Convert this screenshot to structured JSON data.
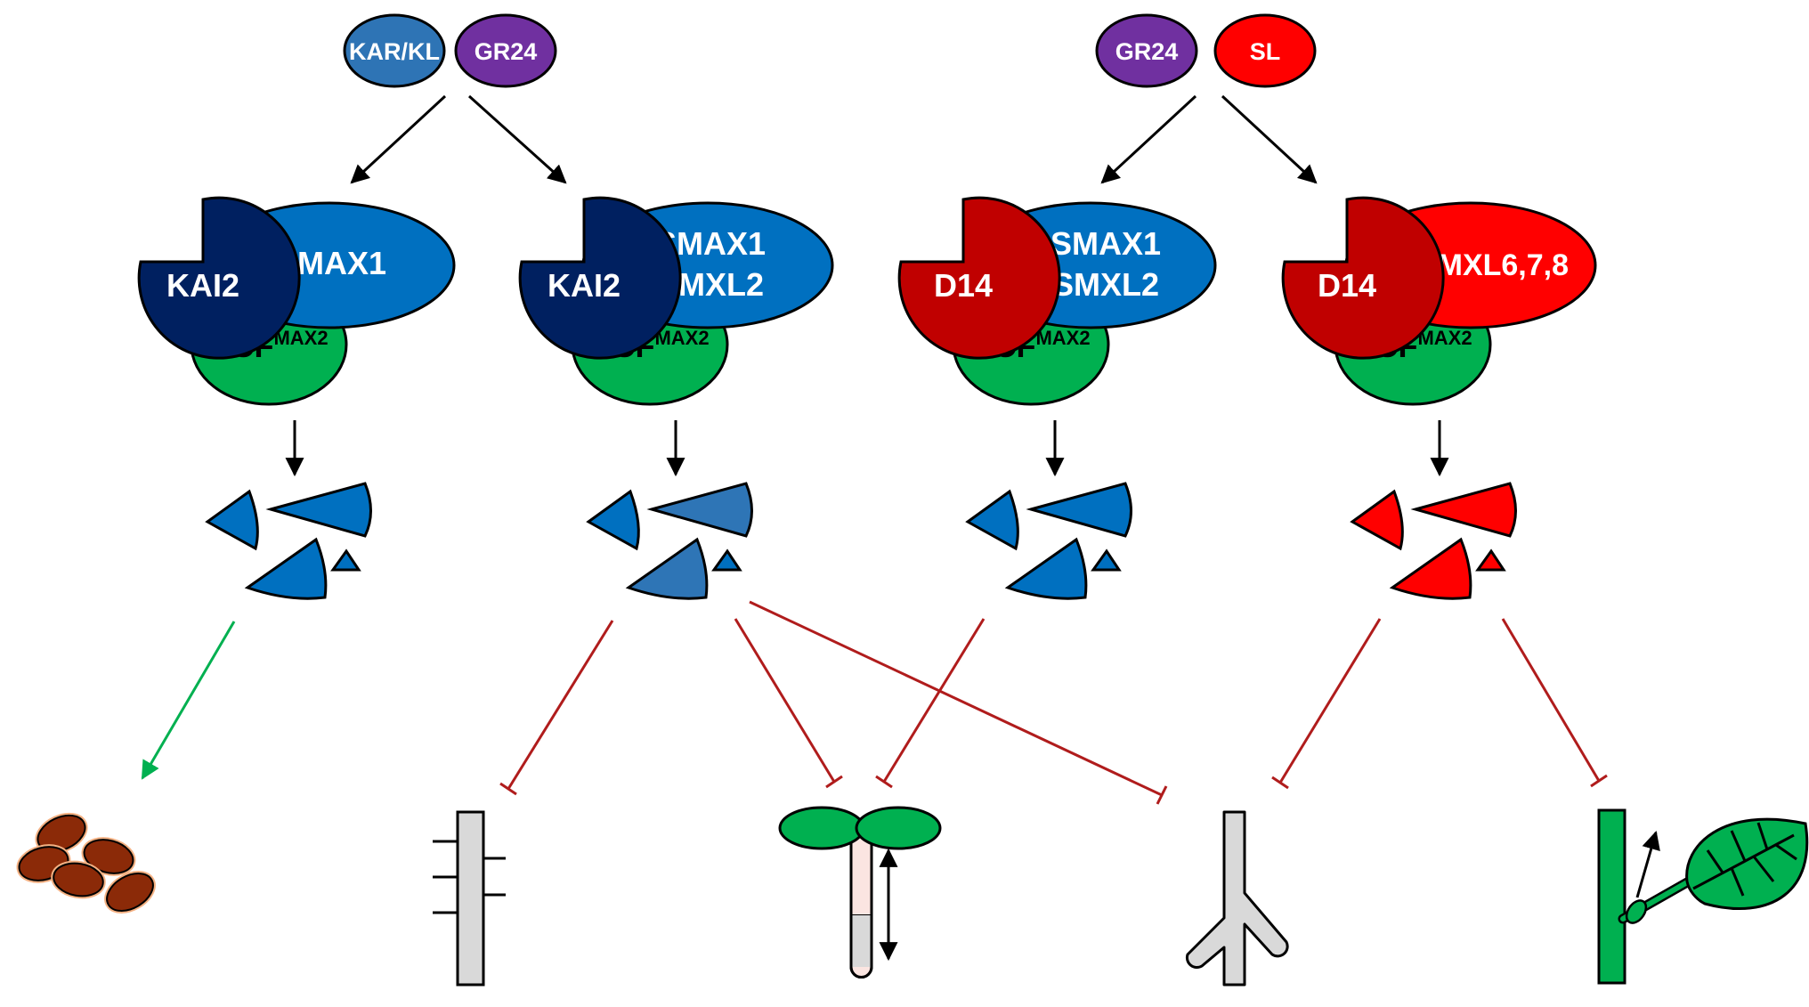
{
  "colors": {
    "kar_blue": "#2e74b5",
    "gr24_purple": "#7030a0",
    "sl_red": "#ff0000",
    "smax_blue": "#0070c0",
    "smax_blue_dark": "#2e75b6",
    "kai2_navy": "#002060",
    "d14_darkred": "#c00000",
    "scf_green": "#00b050",
    "inhibit_red": "#b01c1c",
    "promote_green": "#00b050",
    "seed_brown": "#8b2a08",
    "seed_halo": "#f4b183",
    "tissue_gray": "#d9d9d9"
  },
  "signals": {
    "kar_kl": "KAR/KL",
    "gr24_left": "GR24",
    "gr24_right": "GR24",
    "sl": "SL"
  },
  "complexes": [
    {
      "receptor": "KAI2",
      "target_line1": "SMAX1",
      "target_line2": "",
      "scf": "SCF",
      "scf_sup": "MAX2"
    },
    {
      "receptor": "KAI2",
      "target_line1": "SMAX1",
      "target_line2": "SMXL2",
      "scf": "SCF",
      "scf_sup": "MAX2"
    },
    {
      "receptor": "D14",
      "target_line1": "SMAX1",
      "target_line2": "SMXL2",
      "scf": "SCF",
      "scf_sup": "MAX2"
    },
    {
      "receptor": "D14",
      "target_line1": "SMXL6,7,8",
      "target_line2": "",
      "scf": "SCF",
      "scf_sup": "MAX2"
    }
  ],
  "icons": [
    "seed-germination-icon",
    "root-hair-stem-icon",
    "seedling-hypocotyl-icon",
    "lateral-root-branching-icon",
    "shoot-branching-leaf-icon"
  ]
}
